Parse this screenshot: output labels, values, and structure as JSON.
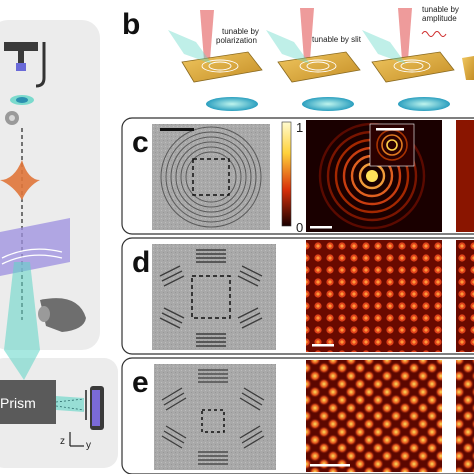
{
  "panels": {
    "b": "b",
    "c": "c",
    "d": "d",
    "e": "e"
  },
  "tunable": {
    "polarization_line1": "tunable by",
    "polarization_line2": "polarization",
    "slit": "tunable by slit",
    "amplitude_line1": "tunable by",
    "amplitude_line2": "amplitude"
  },
  "colorbar": {
    "max_label": "1",
    "min_label": "0"
  },
  "setup": {
    "prism_label": "Prism",
    "axis_z": "z",
    "axis_y": "y"
  },
  "colors": {
    "beam_cyan": "#5fd6c6",
    "setup_background": "#ececec",
    "gold_sample": "#d9a441",
    "laser_red": "#e04848",
    "prism_gray": "#5a5a5a",
    "polarizer_violet": "#9c8fe0",
    "hot_map_dark": "#3a0000",
    "hot_map_bright": "#ffd84a"
  },
  "icons": {
    "pulse": "electron-pulse-icon",
    "detector": "detector-icon",
    "lens": "objective-lens-icon"
  }
}
